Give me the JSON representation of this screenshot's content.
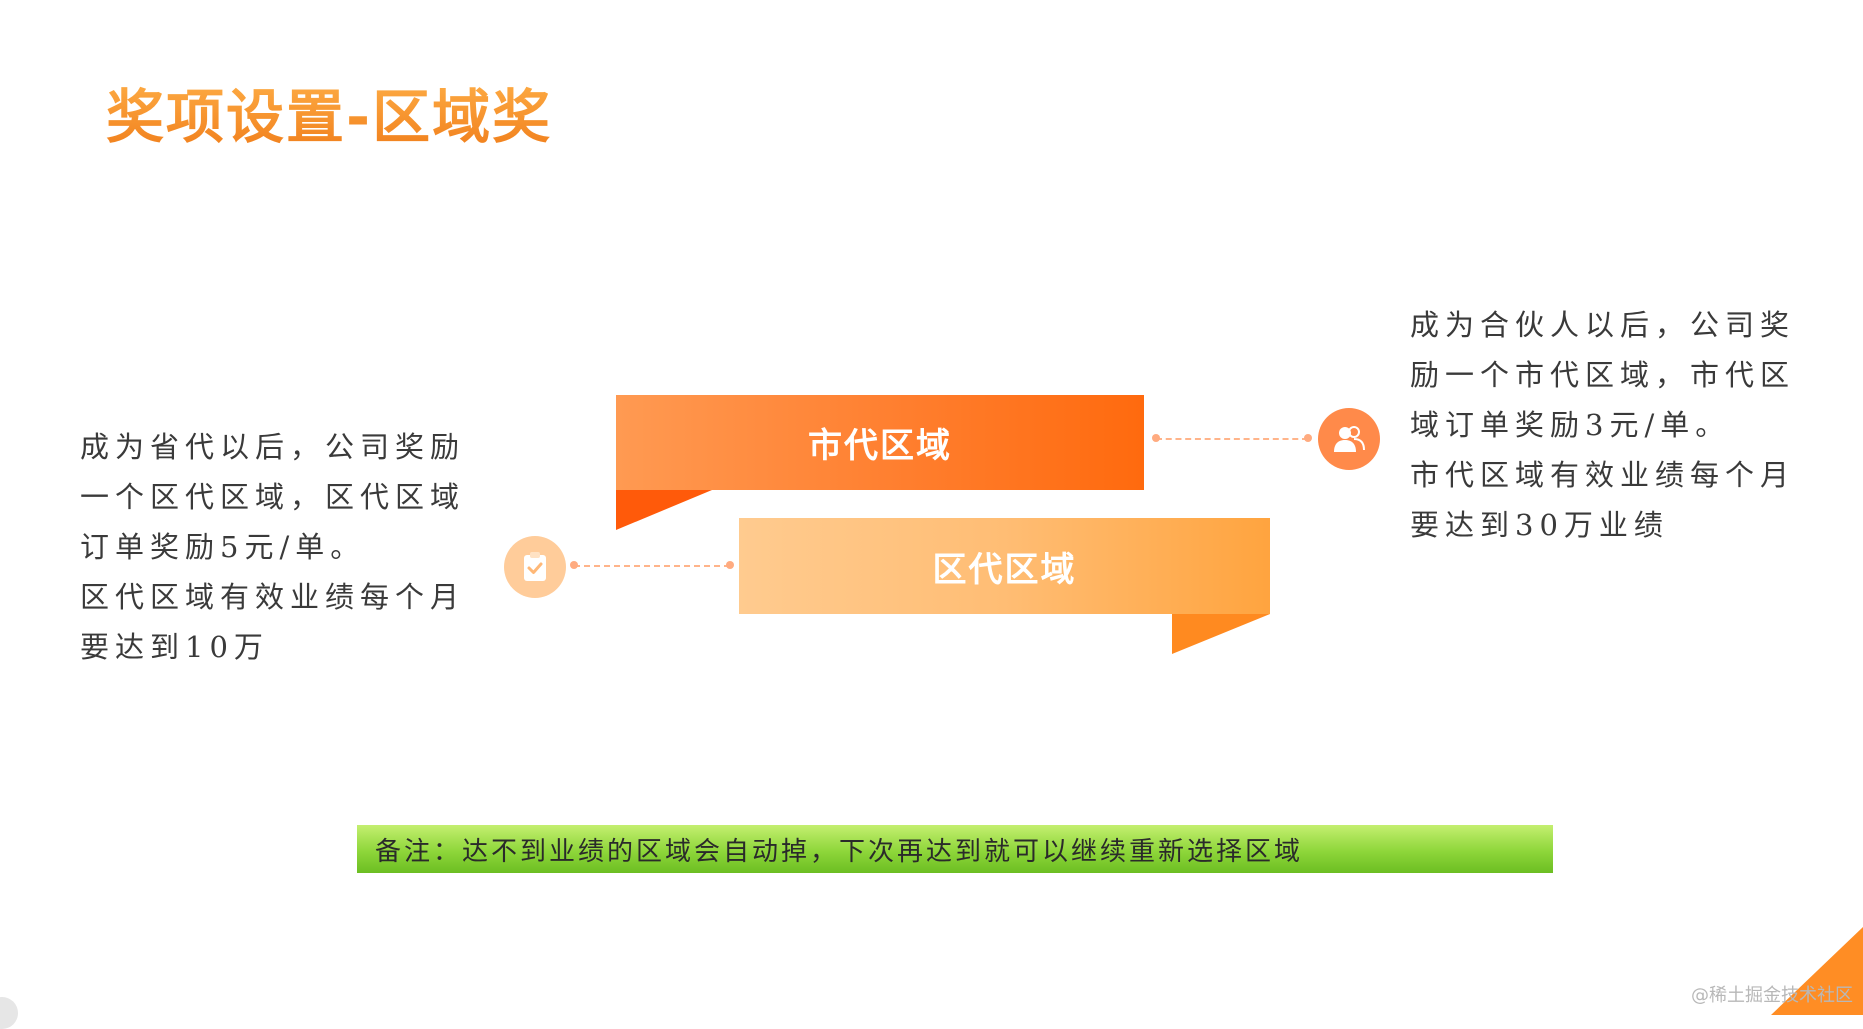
{
  "title": "奖项设置-区域奖",
  "left_panel": {
    "lines": [
      "成为省代以后，公司奖励",
      "一个区代区域，区代区域",
      "订单奖励5元/单。",
      "区代区域有效业绩每个月",
      "要达到10万"
    ],
    "icon": "clipboard-check-icon"
  },
  "right_panel": {
    "lines": [
      "成为合伙人以后，公司奖",
      "励一个市代区域，市代区",
      "域订单奖励3元/单。",
      "市代区域有效业绩每个月",
      "要达到30万业绩"
    ],
    "icon": "users-icon"
  },
  "ribbons": {
    "city": "市代区域",
    "district": "区代区域"
  },
  "note": "备注：达不到业绩的区域会自动掉，下次再达到就可以继续重新选择区域",
  "watermark": "@稀土掘金技术社区",
  "colors": {
    "title": "#f5881f",
    "city_ribbon": "#ff7e2e",
    "district_ribbon": "#ffbd74",
    "note_bar": "#8ed63a",
    "corner": "#ff8d24"
  }
}
